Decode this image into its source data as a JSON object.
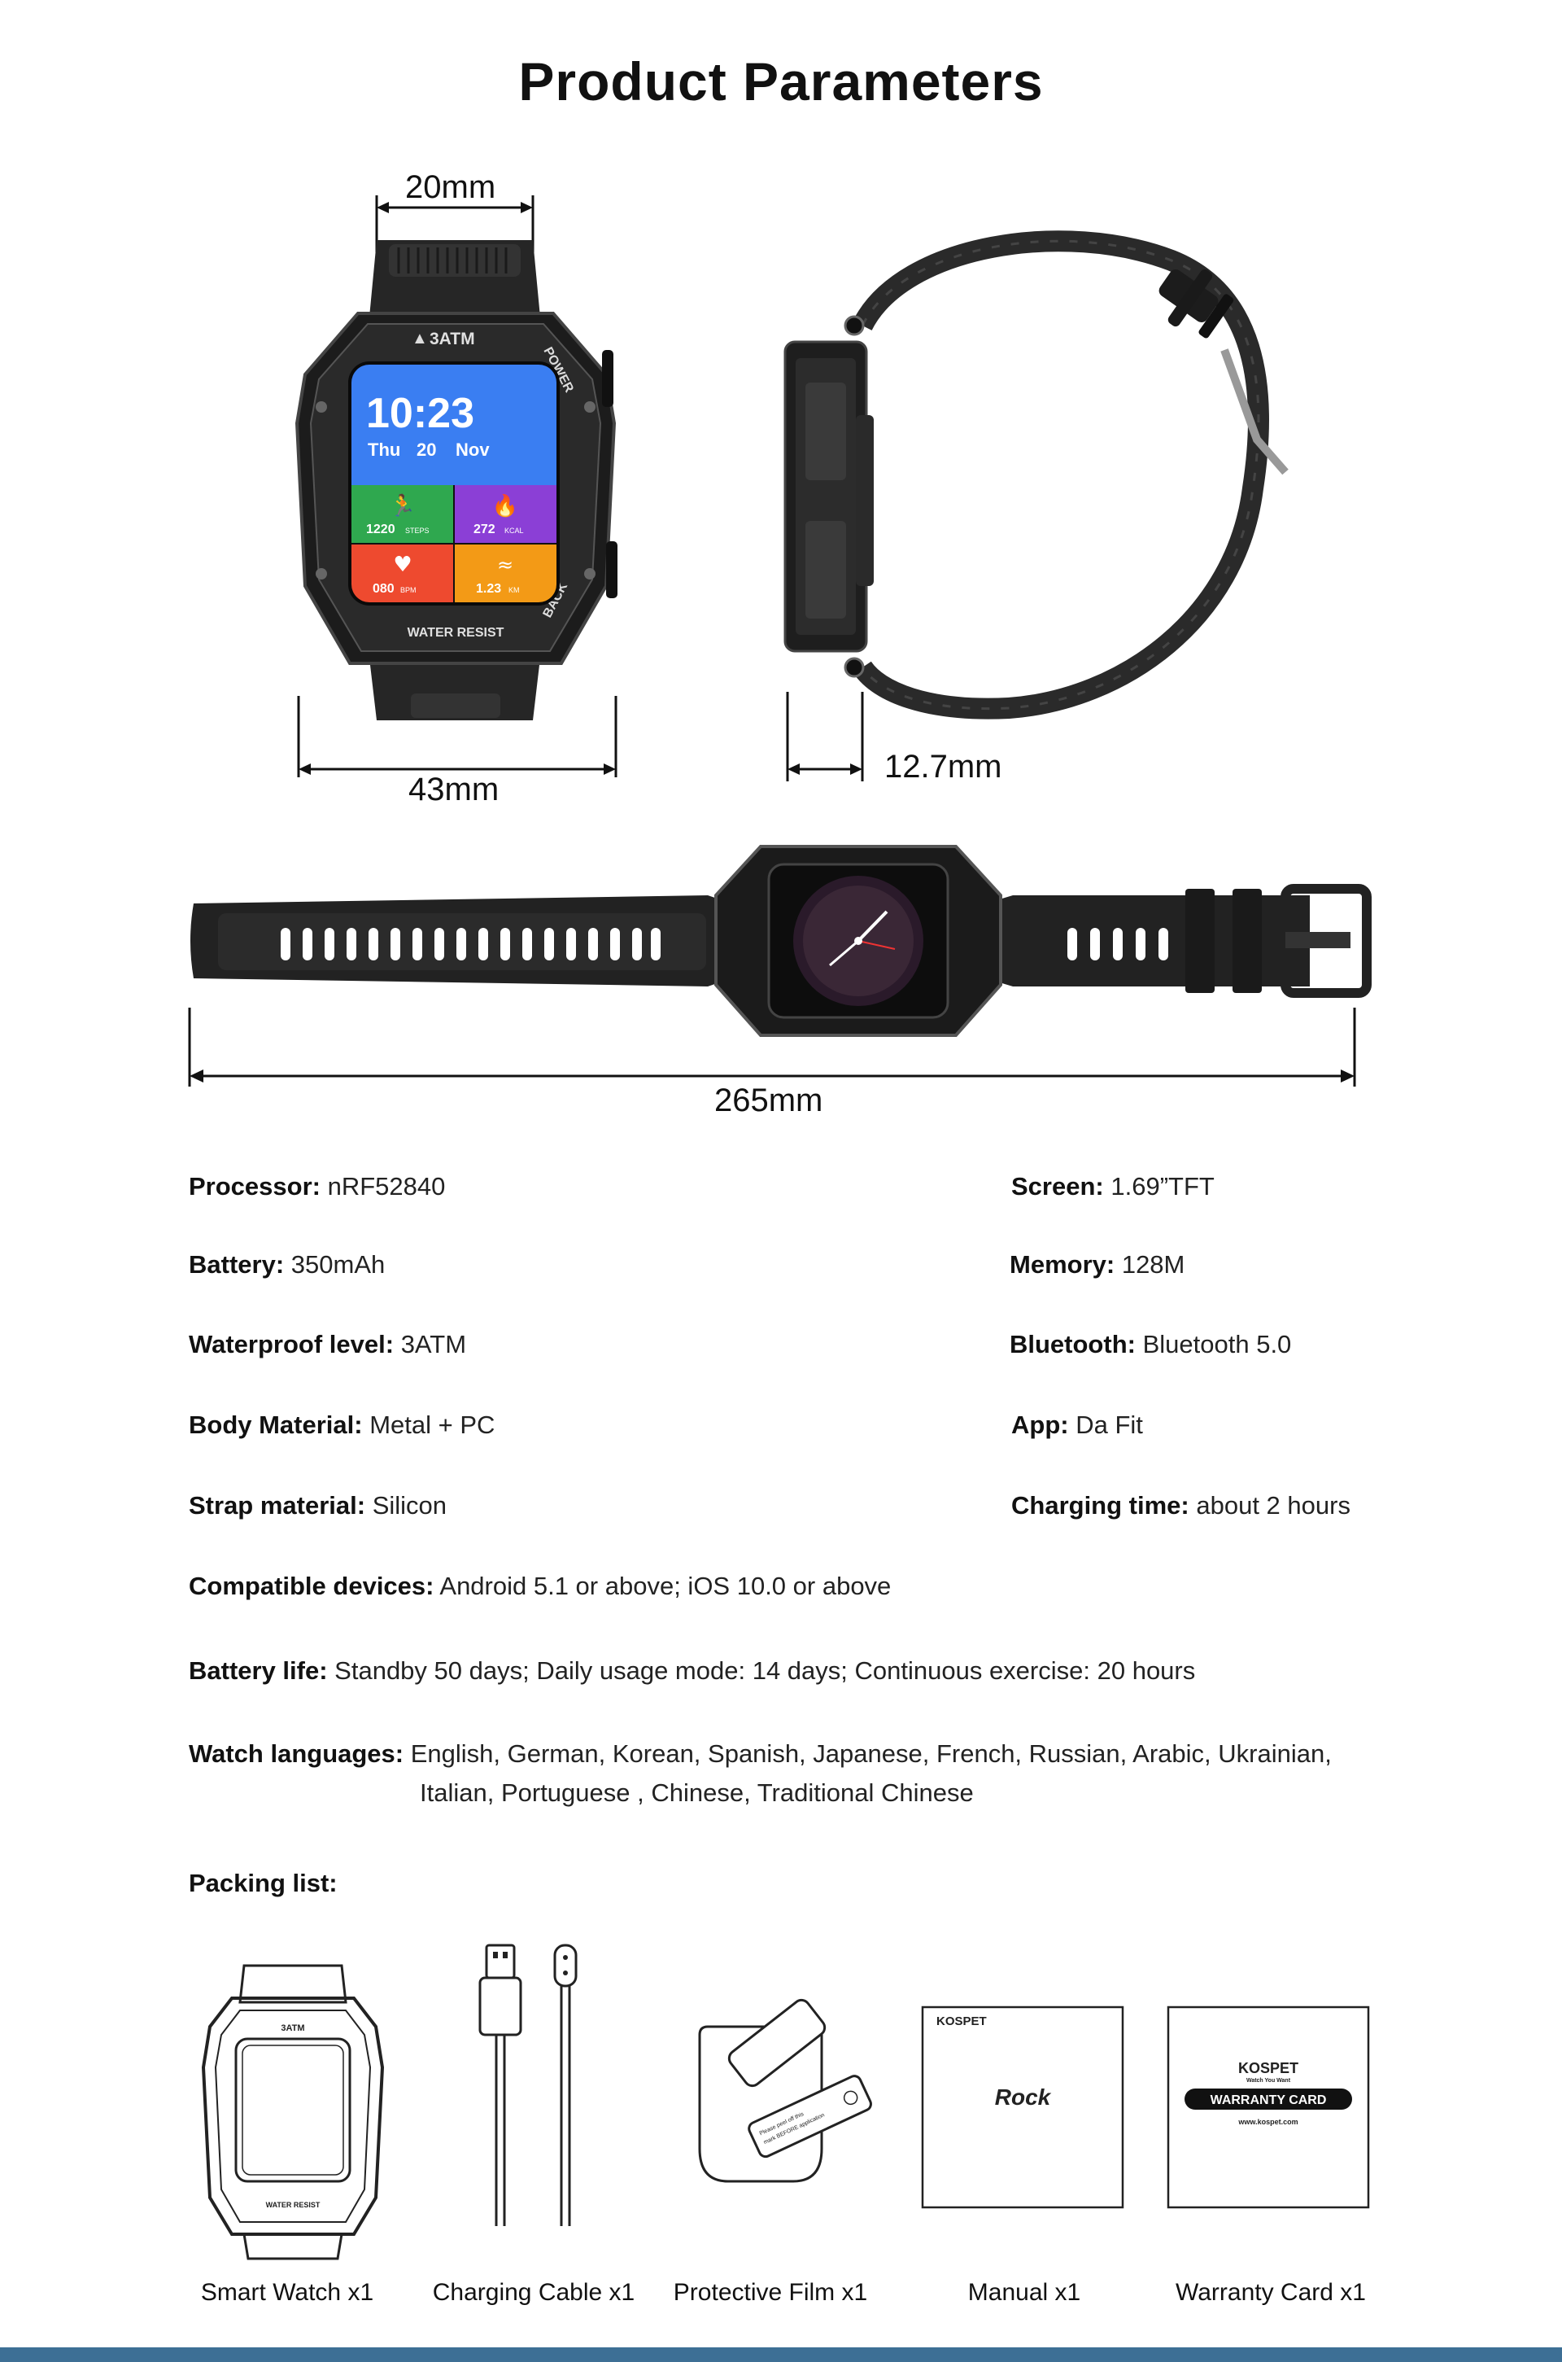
{
  "page": {
    "title": "Product Parameters"
  },
  "dimensions": {
    "width_top": "20mm",
    "width_case": "43mm",
    "thickness": "12.7mm",
    "length_total": "265mm"
  },
  "watch_face": {
    "brand_mark": "3ATM",
    "power_label": "POWER",
    "back_label": "BACK",
    "water_resist": "WATER RESIST",
    "time": "10:23",
    "day": "Thu",
    "date": "20",
    "month": "Nov",
    "steps_value": "1220",
    "steps_unit": "STEPS",
    "kcal_value": "272",
    "kcal_unit": "KCAL",
    "bpm_value": "080",
    "bpm_unit": "BPM",
    "km_value": "1.23",
    "km_unit": "KM",
    "tile_colors": [
      "#2fa84f",
      "#8b3fd6",
      "#ee4a2f",
      "#f39a16"
    ],
    "screen_top_color": "#3a7ef2"
  },
  "specs": [
    {
      "key": "Processor:",
      "value": "nRF52840"
    },
    {
      "key": "Screen:",
      "value": "1.69”TFT"
    },
    {
      "key": "Battery:",
      "value": "350mAh"
    },
    {
      "key": "Memory:",
      "value": "128M"
    },
    {
      "key": "Waterproof level:",
      "value": "3ATM"
    },
    {
      "key": "Bluetooth:",
      "value": "Bluetooth 5.0"
    },
    {
      "key": "Body Material:",
      "value": "Metal + PC"
    },
    {
      "key": "App:",
      "value": "Da Fit"
    },
    {
      "key": "Strap material:",
      "value": "Silicon"
    },
    {
      "key": "Charging time:",
      "value": "about 2 hours"
    },
    {
      "key": "Compatible devices:",
      "value": "Android 5.1 or above; iOS 10.0 or above"
    },
    {
      "key": "Battery life:",
      "value": "Standby 50 days;  Daily usage mode: 14 days;  Continuous exercise: 20 hours"
    },
    {
      "key": "Watch languages:",
      "value": "English, German, Korean, Spanish, Japanese, French, Russian, Arabic, Ukrainian,"
    }
  ],
  "languages_line2": "Italian, Portuguese , Chinese, Traditional Chinese",
  "packing": {
    "heading": "Packing list:",
    "items": [
      "Smart Watch x1",
      "Charging Cable x1",
      "Protective Film x1",
      "Manual x1",
      "Warranty Card x1"
    ],
    "manual_brand": "KOSPET",
    "manual_title": "Rock",
    "warranty_brand": "KOSPET",
    "warranty_tagline": "Watch You Want",
    "warranty_title": "WARRANTY CARD",
    "warranty_url": "www.kospet.com",
    "film_note": "Please peel off this mark BEFORE application"
  },
  "colors": {
    "bottom_bar": "#3d6f95"
  }
}
